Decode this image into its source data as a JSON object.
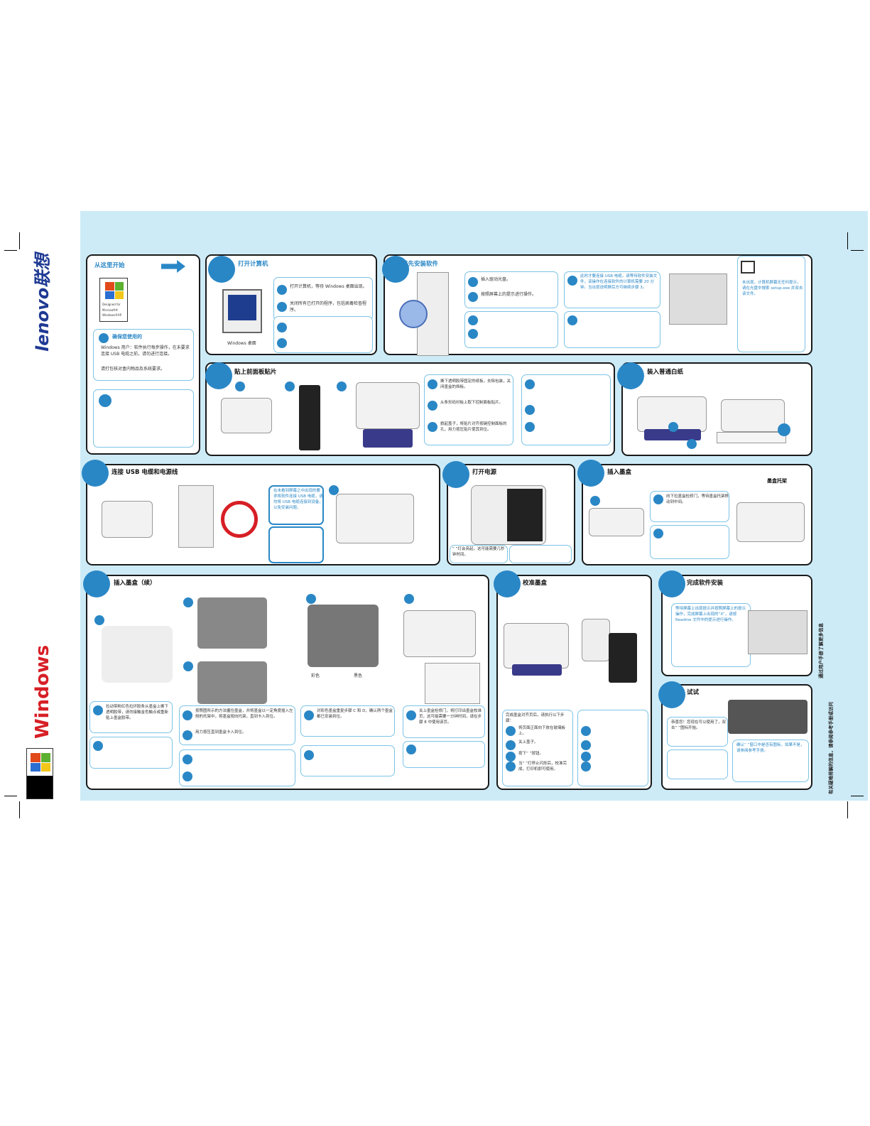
{
  "brand": {
    "lenovo": "lenovo联想",
    "windows": "Windows"
  },
  "xp_badge": {
    "line1": "Designed for",
    "line2": "Microsoft®",
    "line3": "Windows®XP"
  },
  "start": {
    "title": "从这里开始",
    "ensure_title": "确保您使用的",
    "ensure_text": "Windows 用户：软件执行每步操作，在未要求连接 USB 电缆之前，请勿进行连接。",
    "ensure_text2": "请打包核对盒内物品及系统要求。"
  },
  "p1": {
    "title": "打开计算机",
    "s1": "打开计算机，等待 Windows 桌面出现。",
    "s2": "关闭所有已打开的程序，包括病毒检查程序。",
    "caption": "Windows 桌面"
  },
  "p2": {
    "title": "首先安装软件",
    "s1": "插入驱动光盘。",
    "s2": "按照屏幕上的提示进行操作。",
    "s3": "此时才要连接 USB 电缆。请等待软件安装文件，该操作在连接软件的计算机需要 20 分钟。当出现说明屏后方可继续步骤 3。",
    "monitor": "未出现，计算机屏幕无任何提示，请在光盘中搜索 setup.exe 并双击该文件。"
  },
  "p3": {
    "title": "贴上前面板贴片",
    "s1": "撕下透明胶带固定的纸板，去除包装，关闭墨盒的挡板。",
    "s2": "从条形码衬板上取下控制面板贴片。",
    "s3": "掀起盖子，将贴片对齐按键控制面板的孔，用力按压贴片使其到位。"
  },
  "p4": {
    "title": "装入普通白纸"
  },
  "p5": {
    "title": "连接 USB 电缆和电源线",
    "note": "在未看到屏幕之中出现的要求将软件连接 USB 电缆，请勿将 USB 电缆连接到设备，以免安装问题。"
  },
  "p6": {
    "title": "打开电源",
    "note": "“ ”灯会亮起，这可能需要几秒钟时间。"
  },
  "p7": {
    "title": "插入墨盒",
    "label": "墨盒托架",
    "s1": "向下拉墨盒检修门，等待墨盒托架移动到中间。"
  },
  "p8": {
    "title": "插入墨盒（续）",
    "s1": "拉动带粉红色拉环胶条从墨盒上撕下透明胶带，请勿接触金色触点或重新贴上墨盒胶带。",
    "s2": "按照图所示的方法握住墨盒，并将墨盒以一定角度插入左侧的托架中，将墨盒按向托架，直到卡入到位。",
    "s3": "用力按压直到墨盒卡入到位。",
    "s4": "对彩色墨盒重复步骤 C 和 D，确认两个墨盒都已安装到位。",
    "s5": "关上墨盒检修门，将打印出墨盒校准页，这可能需要一分钟时间，请在步骤 8 中使用该页。",
    "color": "彩色",
    "black": "黑色"
  },
  "p9": {
    "title": "校准墨盒",
    "intro": "完成墨盒对齐页后，请执行以下步骤：",
    "s1": "将页面正面向下放在玻璃板上。",
    "s2": "关上盖子。",
    "s3": "按下“ ”按钮。",
    "s4": "当“ ”灯停止闪烁后，校准完成，打印机即可使用。"
  },
  "p10": {
    "title": "完成软件安装",
    "text": "等待屏幕上出现提示并按照屏幕上的提示操作，完成屏幕上出现的“X”，请按 Readme 文件中的提示进行操作。"
  },
  "p11": {
    "title": "试试",
    "text": "恭喜您！您现在可以使用了，双击“ ”图标开始。",
    "note": "确认“ ”窗口中是否有图标，如果不是，请参阅参考手册。"
  },
  "side": {
    "line1": "通过用户手册了解更多信息",
    "line2": "有关疑难排解的信息，请参阅参考手册或访问"
  }
}
